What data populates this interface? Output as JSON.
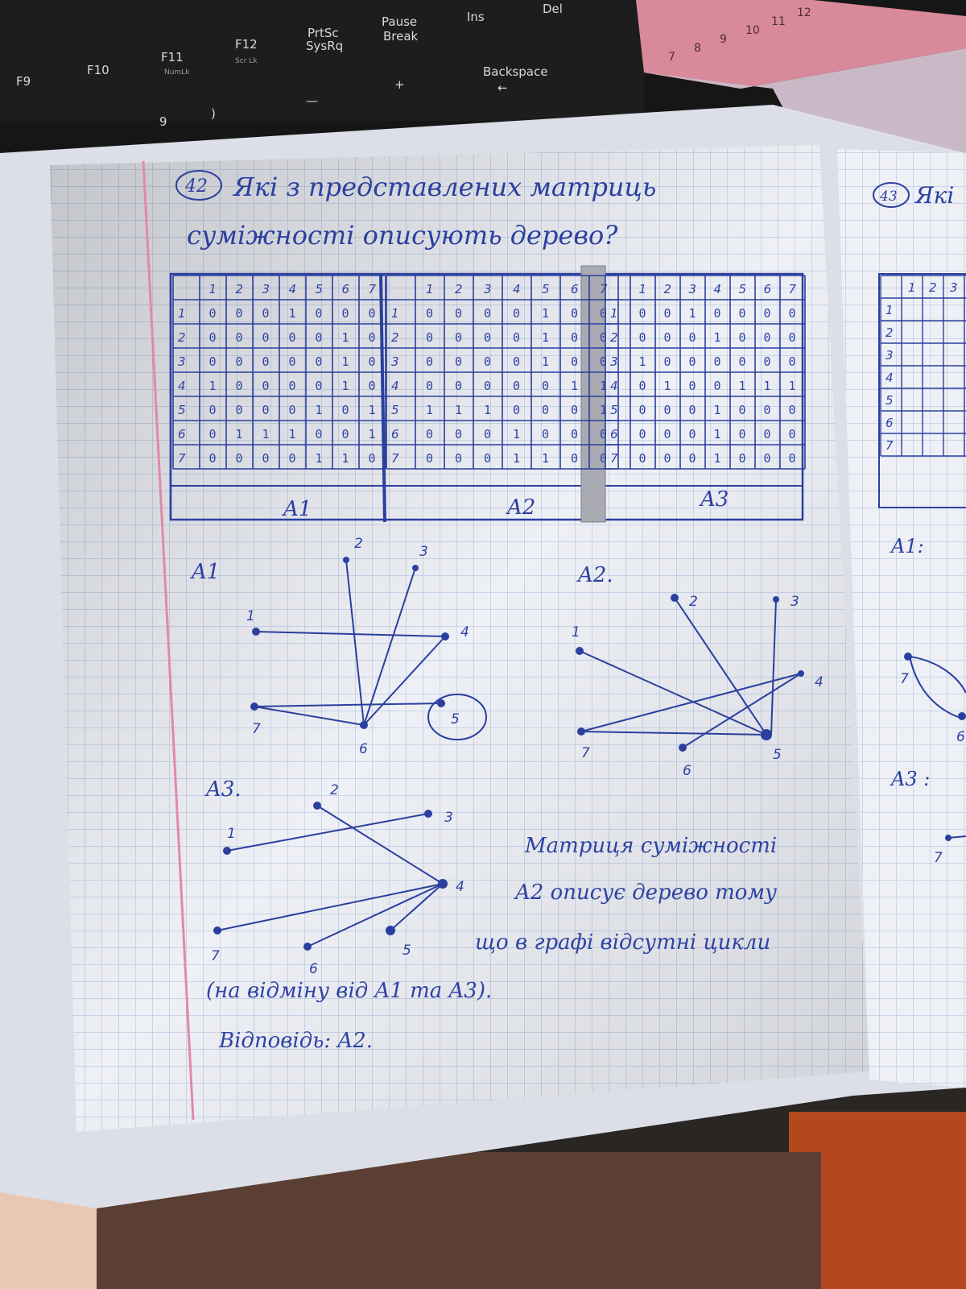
{
  "keyboard": {
    "keys": [
      "F9",
      "F10",
      "F11",
      "F12",
      "PrtSc",
      "SysRq",
      "Pause",
      "Break",
      "Ins",
      "Del",
      "Backspace",
      "NumLk",
      "Scr Lk",
      "9",
      ")",
      "+",
      "—"
    ]
  },
  "ruler": {
    "numbers": [
      "7",
      "8",
      "9",
      "10",
      "11",
      "12"
    ]
  },
  "page": {
    "problem_number": "42",
    "question_line1": "Які з представлених матриць",
    "question_line2": "суміжності описують дерево?",
    "next_problem_number": "43",
    "next_question_fragment": "Які"
  },
  "matrices": [
    {
      "label": "A1",
      "headers": [
        "1",
        "2",
        "3",
        "4",
        "5",
        "6",
        "7"
      ],
      "rows": [
        {
          "row": "1",
          "cells": [
            "0",
            "0",
            "0",
            "1",
            "0",
            "0",
            "0"
          ]
        },
        {
          "row": "2",
          "cells": [
            "0",
            "0",
            "0",
            "0",
            "0",
            "1",
            "0"
          ]
        },
        {
          "row": "3",
          "cells": [
            "0",
            "0",
            "0",
            "0",
            "0",
            "1",
            "0"
          ]
        },
        {
          "row": "4",
          "cells": [
            "1",
            "0",
            "0",
            "0",
            "0",
            "1",
            "0"
          ]
        },
        {
          "row": "5",
          "cells": [
            "0",
            "0",
            "0",
            "0",
            "1",
            "0",
            "1"
          ]
        },
        {
          "row": "6",
          "cells": [
            "0",
            "1",
            "1",
            "1",
            "0",
            "0",
            "1"
          ]
        },
        {
          "row": "7",
          "cells": [
            "0",
            "0",
            "0",
            "0",
            "1",
            "1",
            "0"
          ]
        }
      ]
    },
    {
      "label": "A2",
      "headers": [
        "1",
        "2",
        "3",
        "4",
        "5",
        "6",
        "7"
      ],
      "rows": [
        {
          "row": "1",
          "cells": [
            "0",
            "0",
            "0",
            "0",
            "1",
            "0",
            "0"
          ]
        },
        {
          "row": "2",
          "cells": [
            "0",
            "0",
            "0",
            "0",
            "1",
            "0",
            "0"
          ]
        },
        {
          "row": "3",
          "cells": [
            "0",
            "0",
            "0",
            "0",
            "1",
            "0",
            "0"
          ]
        },
        {
          "row": "4",
          "cells": [
            "0",
            "0",
            "0",
            "0",
            "0",
            "1",
            "1"
          ]
        },
        {
          "row": "5",
          "cells": [
            "1",
            "1",
            "1",
            "0",
            "0",
            "0",
            "1"
          ]
        },
        {
          "row": "6",
          "cells": [
            "0",
            "0",
            "0",
            "1",
            "0",
            "0",
            "0"
          ]
        },
        {
          "row": "7",
          "cells": [
            "0",
            "0",
            "0",
            "1",
            "1",
            "0",
            "0"
          ]
        }
      ]
    },
    {
      "label": "A3",
      "headers": [
        "1",
        "2",
        "3",
        "4",
        "5",
        "6",
        "7"
      ],
      "rows": [
        {
          "row": "1",
          "cells": [
            "0",
            "0",
            "1",
            "0",
            "0",
            "0",
            "0"
          ]
        },
        {
          "row": "2",
          "cells": [
            "0",
            "0",
            "0",
            "1",
            "0",
            "0",
            "0"
          ]
        },
        {
          "row": "3",
          "cells": [
            "1",
            "0",
            "0",
            "0",
            "0",
            "0",
            "0"
          ]
        },
        {
          "row": "4",
          "cells": [
            "0",
            "1",
            "0",
            "0",
            "1",
            "1",
            "1"
          ]
        },
        {
          "row": "5",
          "cells": [
            "0",
            "0",
            "0",
            "1",
            "0",
            "0",
            "0"
          ]
        },
        {
          "row": "6",
          "cells": [
            "0",
            "0",
            "0",
            "1",
            "0",
            "0",
            "0"
          ]
        },
        {
          "row": "7",
          "cells": [
            "0",
            "0",
            "0",
            "1",
            "0",
            "0",
            "0"
          ]
        }
      ]
    }
  ],
  "graphs": [
    {
      "label": "A1",
      "edges": [
        [
          "1",
          "4"
        ],
        [
          "2",
          "6"
        ],
        [
          "3",
          "6"
        ],
        [
          "4",
          "6"
        ],
        [
          "6",
          "7"
        ],
        [
          "7",
          "5"
        ],
        [
          "5",
          "5"
        ]
      ]
    },
    {
      "label": "A2.",
      "edges": [
        [
          "1",
          "5"
        ],
        [
          "2",
          "5"
        ],
        [
          "3",
          "5"
        ],
        [
          "4",
          "7"
        ],
        [
          "4",
          "6"
        ],
        [
          "7",
          "5"
        ]
      ]
    },
    {
      "label": "A3.",
      "edges": [
        [
          "1",
          "3"
        ],
        [
          "2",
          "4"
        ],
        [
          "4",
          "7"
        ],
        [
          "4",
          "6"
        ],
        [
          "4",
          "5"
        ]
      ]
    }
  ],
  "answer": {
    "line1": "Матриця суміжності",
    "line2": "A2 описує дерево тому",
    "line3": "що в графі відсутні цикли",
    "line4": "(на відміну від A1 та A3).",
    "line5": "Відповідь: A2."
  },
  "right_page": {
    "headers": [
      "1",
      "2",
      "3"
    ],
    "rows": [
      "1",
      "2",
      "3",
      "4",
      "5",
      "6",
      "7"
    ],
    "label_a1": "A1:",
    "label_a3": "A3 :",
    "vertex_7": "7",
    "vertex_6": "6"
  },
  "colors": {
    "ink": "#2b3f9e",
    "grid": "#9fb7d9",
    "paper": "#eef0f6",
    "margin": "#e08aa8"
  }
}
